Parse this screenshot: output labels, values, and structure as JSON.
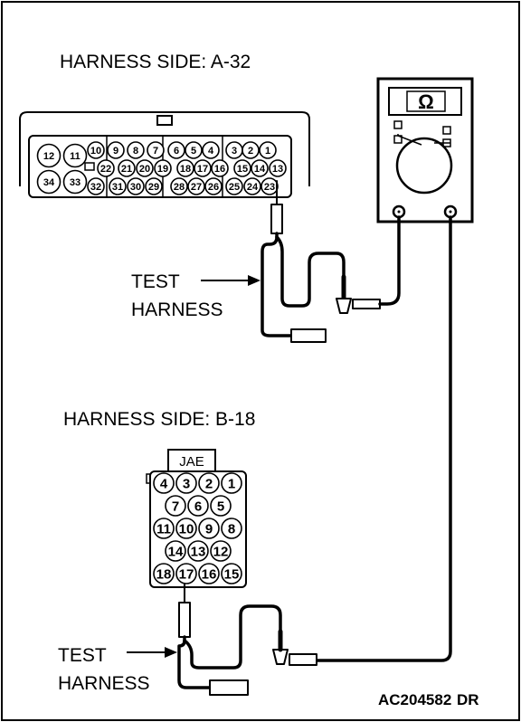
{
  "labels": {
    "connector_a_title": "HARNESS SIDE: A-32",
    "connector_b_title": "HARNESS SIDE: B-18",
    "test_harness_line1": "TEST",
    "test_harness_line2": "HARNESS",
    "connector_b_brand": "JAE",
    "meter_symbol": "Ω",
    "figure_code": "AC204582",
    "figure_suffix": "DR"
  },
  "connector_a_pins": {
    "large": [
      "12",
      "11",
      "34",
      "33"
    ],
    "top_row": [
      "10",
      "9",
      "8",
      "7",
      "6",
      "5",
      "4",
      "3",
      "2",
      "1"
    ],
    "middle_row": [
      "22",
      "21",
      "20",
      "19",
      "18",
      "17",
      "16",
      "15",
      "14",
      "13"
    ],
    "bottom_row": [
      "32",
      "31",
      "30",
      "29",
      "28",
      "27",
      "26",
      "25",
      "24",
      "23"
    ]
  },
  "connector_b_pins": {
    "row1": [
      "4",
      "3",
      "2",
      "1"
    ],
    "row2": [
      "7",
      "6",
      "5"
    ],
    "row3": [
      "11",
      "10",
      "9",
      "8"
    ],
    "row4": [
      "14",
      "13",
      "12"
    ],
    "row5": [
      "18",
      "17",
      "16",
      "15"
    ]
  },
  "colors": {
    "line": "#000000",
    "background": "#ffffff"
  }
}
